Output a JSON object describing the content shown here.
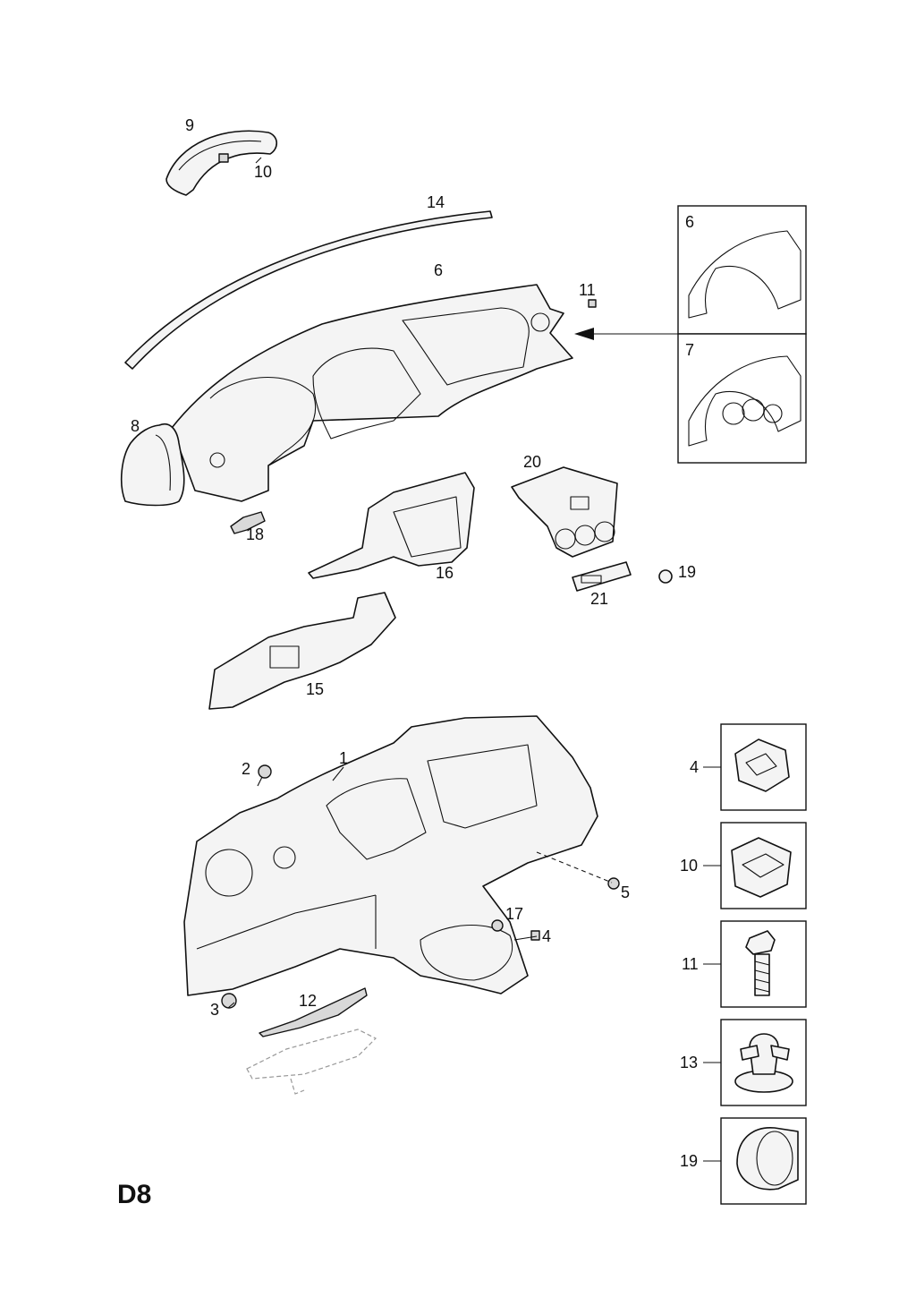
{
  "page_code": "D8",
  "callouts": {
    "c1": "1",
    "c2": "2",
    "c3": "3",
    "c4": "4",
    "c5": "5",
    "c6": "6",
    "c8": "8",
    "c9": "9",
    "c10": "10",
    "c11": "11",
    "c12": "12",
    "c14": "14",
    "c15": "15",
    "c16": "16",
    "c17": "17",
    "c18": "18",
    "c19": "19",
    "c20": "20",
    "c21": "21"
  },
  "detail_panels": {
    "upper": [
      {
        "label": "6"
      },
      {
        "label": "7"
      }
    ],
    "lower": [
      {
        "label": "4"
      },
      {
        "label": "10"
      },
      {
        "label": "11"
      },
      {
        "label": "13"
      },
      {
        "label": "19"
      }
    ]
  }
}
